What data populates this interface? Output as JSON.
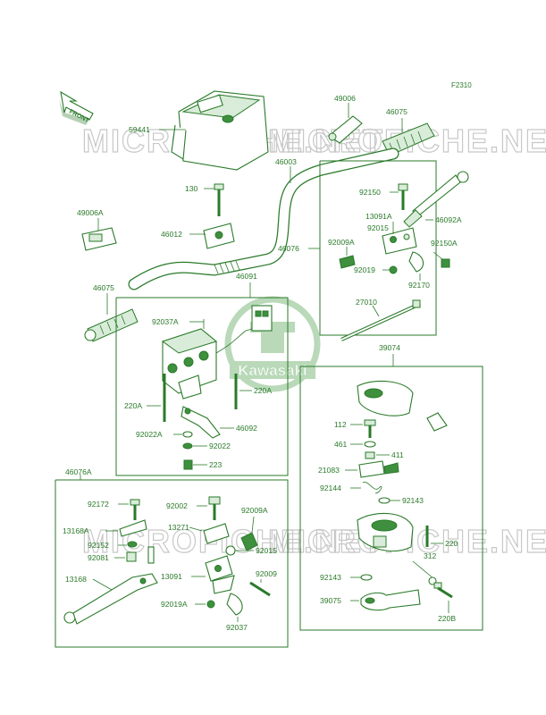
{
  "figure_code": "F2310",
  "front_label": "FRONT",
  "watermark": "MICROFICHE.NET",
  "logo_text": "Kawasaki",
  "labels": {
    "l59441": "59441",
    "l49006": "49006",
    "l46075a": "46075",
    "l46003": "46003",
    "l130": "130",
    "l49006A": "49006A",
    "l46012": "46012",
    "l92150": "92150",
    "l46092A": "46092A",
    "l13091A": "13091A",
    "l92015a": "92015",
    "l46076": "46076",
    "l92009A_a": "92009A",
    "l92150A": "92150A",
    "l92019": "92019",
    "l92170": "92170",
    "l46075b": "46075",
    "l46091": "46091",
    "l27010": "27010",
    "l92037A": "92037A",
    "l39074": "39074",
    "l220A_a": "220A",
    "l220A_b": "220A",
    "l46092": "46092",
    "l92022A": "92022A",
    "l92022": "92022",
    "l223": "223",
    "l112": "112",
    "l461": "461",
    "l411": "411",
    "l21083": "21083",
    "l92144": "92144",
    "l92143a": "92143",
    "l46076A": "46076A",
    "l92172": "92172",
    "l92002": "92002",
    "l92009A_b": "92009A",
    "l13168A": "13168A",
    "l13271": "13271",
    "l92152": "92152",
    "l92015b": "92015",
    "l92081": "92081",
    "l220": "220",
    "l312": "312",
    "l13168": "13168",
    "l13091": "13091",
    "l92009": "92009",
    "l92143b": "92143",
    "l92019A": "92019A",
    "l39075": "39075",
    "l92037": "92037",
    "l220B": "220B"
  }
}
